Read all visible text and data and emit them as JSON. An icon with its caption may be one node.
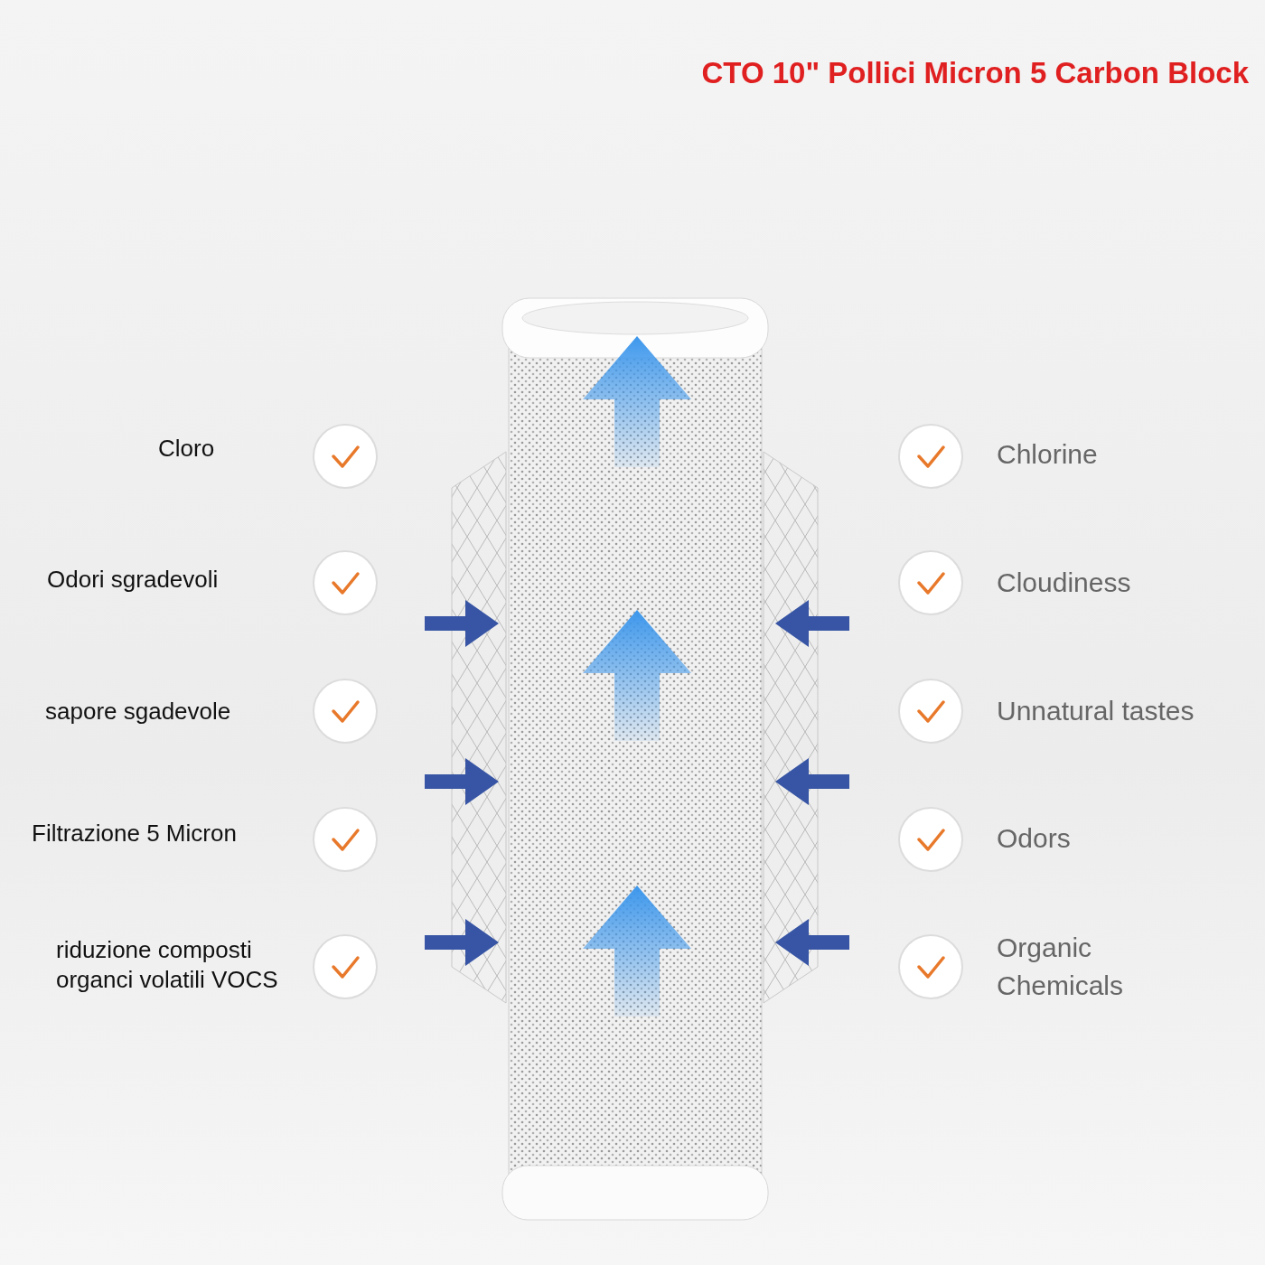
{
  "diagram": {
    "title": "CTO 10\" Pollici Micron 5 Carbon Block",
    "labels": [
      "Cloro",
      "Chlorine",
      "Odori sgradevoli",
      "Cloudiness",
      "sapore sgadevole",
      "Unnatural tastes",
      "Filtrazione 5 Micron",
      "Odors",
      "riduzione composti organci volatili VOCS",
      "Organic Chemicals"
    ]
  }
}
